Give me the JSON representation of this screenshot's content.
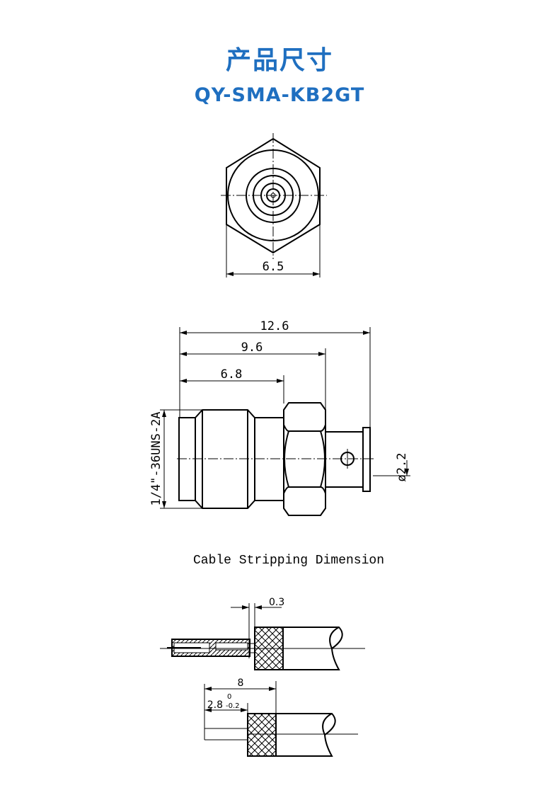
{
  "header": {
    "title": "产品尺寸",
    "model": "QY-SMA-KB2GT"
  },
  "front_view": {
    "width_dim": "6.5"
  },
  "side_view": {
    "dim_overall": "12.6",
    "dim_nut": "9.6",
    "dim_body": "6.8",
    "thread": "1/4\"-36UNS-2A",
    "cable_dia": "ø2.2"
  },
  "stripping": {
    "caption": "Cable Stripping Dimension",
    "gap_dim": "0.3",
    "strip_length": "8",
    "center_length": "2.8",
    "center_tol_upper": "0",
    "center_tol_lower": "-0.2"
  }
}
